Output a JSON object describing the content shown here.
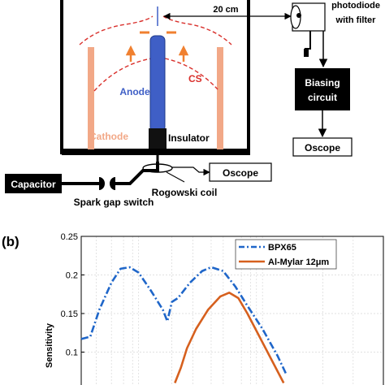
{
  "panel_b_label": "(b)",
  "distance_label": "20 cm",
  "photodiode_label": {
    "line1": "photodiode",
    "line2": "with filter"
  },
  "biasing_label": {
    "line1": "Biasing",
    "line2": "circuit"
  },
  "oscope_right_label": "Oscope",
  "oscope_bottom_label": "Oscope",
  "anode_label": "Anode",
  "cathode_label": "Cathode",
  "cs_label": "CS",
  "insulator_label": "Insulator",
  "capacitor_label": "Capacitor",
  "spark_gap_label": "Spark gap switch",
  "rogowski_label": "Rogowski coil",
  "colors": {
    "anode": "#3f5fc6",
    "cathode": "#f2a887",
    "sheath": "#d9302c",
    "arrow": "#f08030",
    "bpx65": "#1f66c9",
    "mylar": "#d6601e",
    "black": "#000000"
  },
  "chart_data": {
    "type": "line",
    "ylabel": "Sensitivity",
    "xlabel": "",
    "ylim": [
      0.05,
      0.25
    ],
    "y_ticks": [
      "0.25",
      "0.2",
      "0.15",
      "0.1"
    ],
    "grid": true,
    "legend_position": "top-right",
    "series": [
      {
        "name": "BPX65",
        "style": "dash-dot",
        "color": "#1f66c9",
        "points": [
          [
            0.0,
            0.117
          ],
          [
            0.03,
            0.12
          ],
          [
            0.06,
            0.155
          ],
          [
            0.1,
            0.19
          ],
          [
            0.13,
            0.208
          ],
          [
            0.16,
            0.21
          ],
          [
            0.19,
            0.203
          ],
          [
            0.23,
            0.18
          ],
          [
            0.27,
            0.155
          ],
          [
            0.285,
            0.14
          ],
          [
            0.3,
            0.165
          ],
          [
            0.32,
            0.17
          ],
          [
            0.36,
            0.19
          ],
          [
            0.4,
            0.205
          ],
          [
            0.43,
            0.21
          ],
          [
            0.47,
            0.205
          ],
          [
            0.51,
            0.185
          ],
          [
            0.55,
            0.16
          ],
          [
            0.6,
            0.13
          ],
          [
            0.65,
            0.095
          ],
          [
            0.68,
            0.07
          ]
        ]
      },
      {
        "name": "Al-Mylar 12μm",
        "style": "solid",
        "color": "#d6601e",
        "points": [
          [
            0.31,
            0.06
          ],
          [
            0.33,
            0.08
          ],
          [
            0.35,
            0.105
          ],
          [
            0.38,
            0.13
          ],
          [
            0.42,
            0.155
          ],
          [
            0.46,
            0.172
          ],
          [
            0.49,
            0.177
          ],
          [
            0.52,
            0.17
          ],
          [
            0.55,
            0.15
          ],
          [
            0.59,
            0.12
          ],
          [
            0.63,
            0.09
          ],
          [
            0.67,
            0.06
          ]
        ]
      }
    ]
  }
}
